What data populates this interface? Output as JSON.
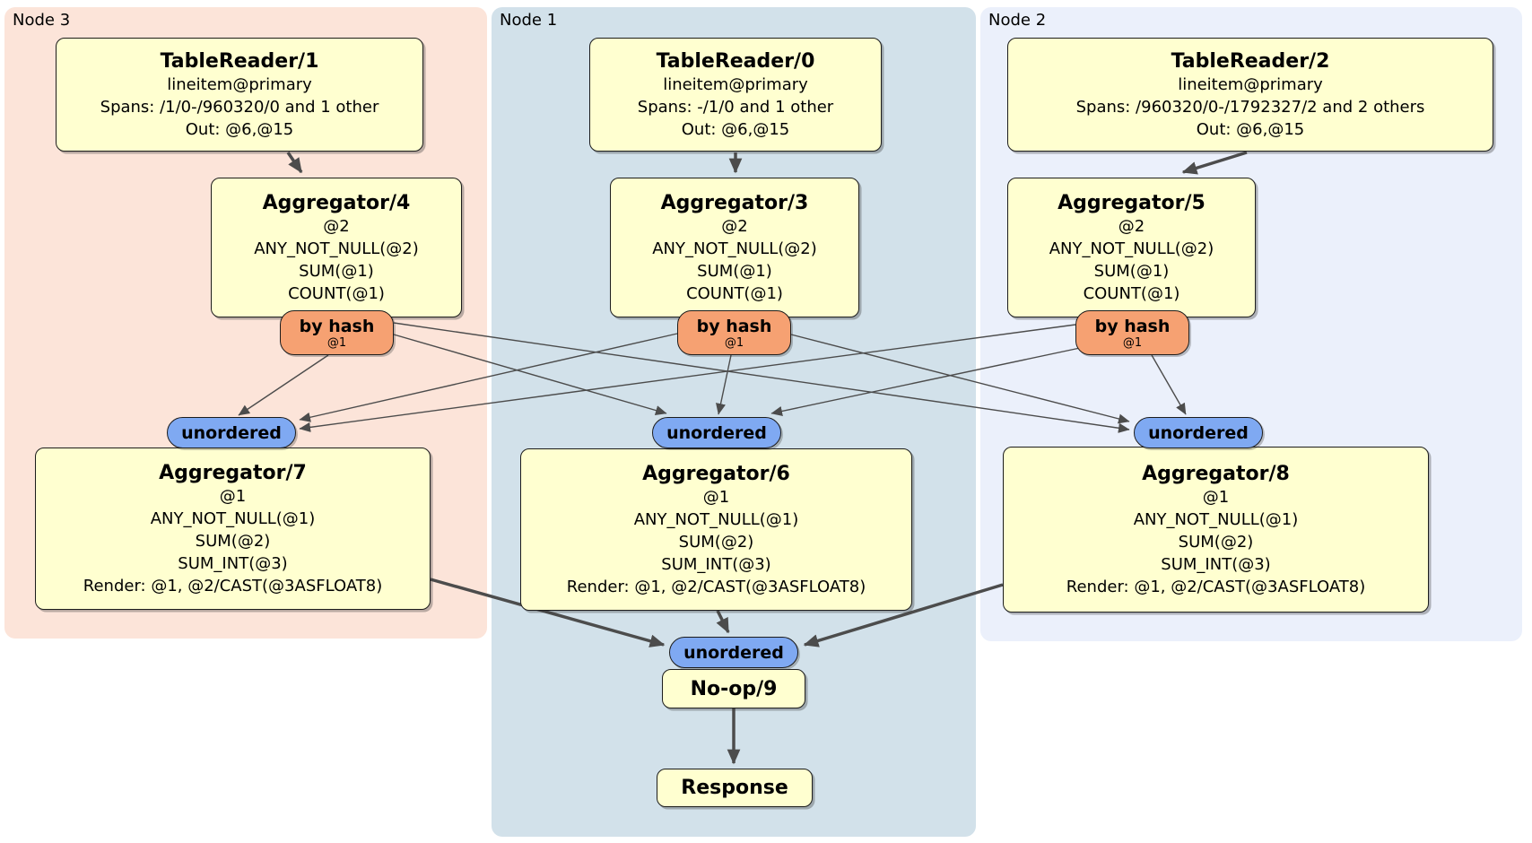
{
  "regions": {
    "node3": {
      "label": "Node 3",
      "color": "#fce4d9"
    },
    "node1": {
      "label": "Node 1",
      "color": "#d2e1ea"
    },
    "node2": {
      "label": "Node 2",
      "color": "#ebf0fb"
    }
  },
  "processors": {
    "tr1": {
      "title": "TableReader/1",
      "lines": [
        "lineitem@primary",
        "Spans: /1/0-/960320/0 and 1 other",
        "Out: @6,@15"
      ]
    },
    "tr0": {
      "title": "TableReader/0",
      "lines": [
        "lineitem@primary",
        "Spans: -/1/0 and 1 other",
        "Out: @6,@15"
      ]
    },
    "tr2": {
      "title": "TableReader/2",
      "lines": [
        "lineitem@primary",
        "Spans: /960320/0-/1792327/2 and 2 others",
        "Out: @6,@15"
      ]
    },
    "agg4": {
      "title": "Aggregator/4",
      "lines": [
        "@2",
        "ANY_NOT_NULL(@2)",
        "SUM(@1)",
        "COUNT(@1)"
      ]
    },
    "agg3": {
      "title": "Aggregator/3",
      "lines": [
        "@2",
        "ANY_NOT_NULL(@2)",
        "SUM(@1)",
        "COUNT(@1)"
      ]
    },
    "agg5": {
      "title": "Aggregator/5",
      "lines": [
        "@2",
        "ANY_NOT_NULL(@2)",
        "SUM(@1)",
        "COUNT(@1)"
      ]
    },
    "agg7": {
      "title": "Aggregator/7",
      "lines": [
        "@1",
        "ANY_NOT_NULL(@1)",
        "SUM(@2)",
        "SUM_INT(@3)",
        "Render: @1, @2/CAST(@3ASFLOAT8)"
      ]
    },
    "agg6": {
      "title": "Aggregator/6",
      "lines": [
        "@1",
        "ANY_NOT_NULL(@1)",
        "SUM(@2)",
        "SUM_INT(@3)",
        "Render: @1, @2/CAST(@3ASFLOAT8)"
      ]
    },
    "agg8": {
      "title": "Aggregator/8",
      "lines": [
        "@1",
        "ANY_NOT_NULL(@1)",
        "SUM(@2)",
        "SUM_INT(@3)",
        "Render: @1, @2/CAST(@3ASFLOAT8)"
      ]
    },
    "noop9": {
      "title": "No-op/9"
    },
    "response": {
      "title": "Response"
    }
  },
  "routers": {
    "r4": {
      "label": "by hash",
      "detail": "@1"
    },
    "r3": {
      "label": "by hash",
      "detail": "@1"
    },
    "r5": {
      "label": "by hash",
      "detail": "@1"
    }
  },
  "syncs": {
    "s7": {
      "label": "unordered"
    },
    "s6": {
      "label": "unordered"
    },
    "s8": {
      "label": "unordered"
    },
    "s9": {
      "label": "unordered"
    }
  },
  "edges": [
    {
      "from": "tr1",
      "to": "agg4"
    },
    {
      "from": "tr0",
      "to": "agg3"
    },
    {
      "from": "tr2",
      "to": "agg5"
    },
    {
      "from": "router-r4",
      "to": "sync-s7"
    },
    {
      "from": "router-r4",
      "to": "sync-s6"
    },
    {
      "from": "router-r4",
      "to": "sync-s8"
    },
    {
      "from": "router-r3",
      "to": "sync-s7"
    },
    {
      "from": "router-r3",
      "to": "sync-s6"
    },
    {
      "from": "router-r3",
      "to": "sync-s8"
    },
    {
      "from": "router-r5",
      "to": "sync-s7"
    },
    {
      "from": "router-r5",
      "to": "sync-s6"
    },
    {
      "from": "router-r5",
      "to": "sync-s8"
    },
    {
      "from": "agg7",
      "to": "sync-s9"
    },
    {
      "from": "agg6",
      "to": "sync-s9"
    },
    {
      "from": "agg8",
      "to": "sync-s9"
    },
    {
      "from": "noop9",
      "to": "response"
    }
  ],
  "colors": {
    "processor_bg": "#ffffd0",
    "router_bg": "#f6a172",
    "sync_bg": "#7fa9f2",
    "edge": "#4c4c4c"
  }
}
